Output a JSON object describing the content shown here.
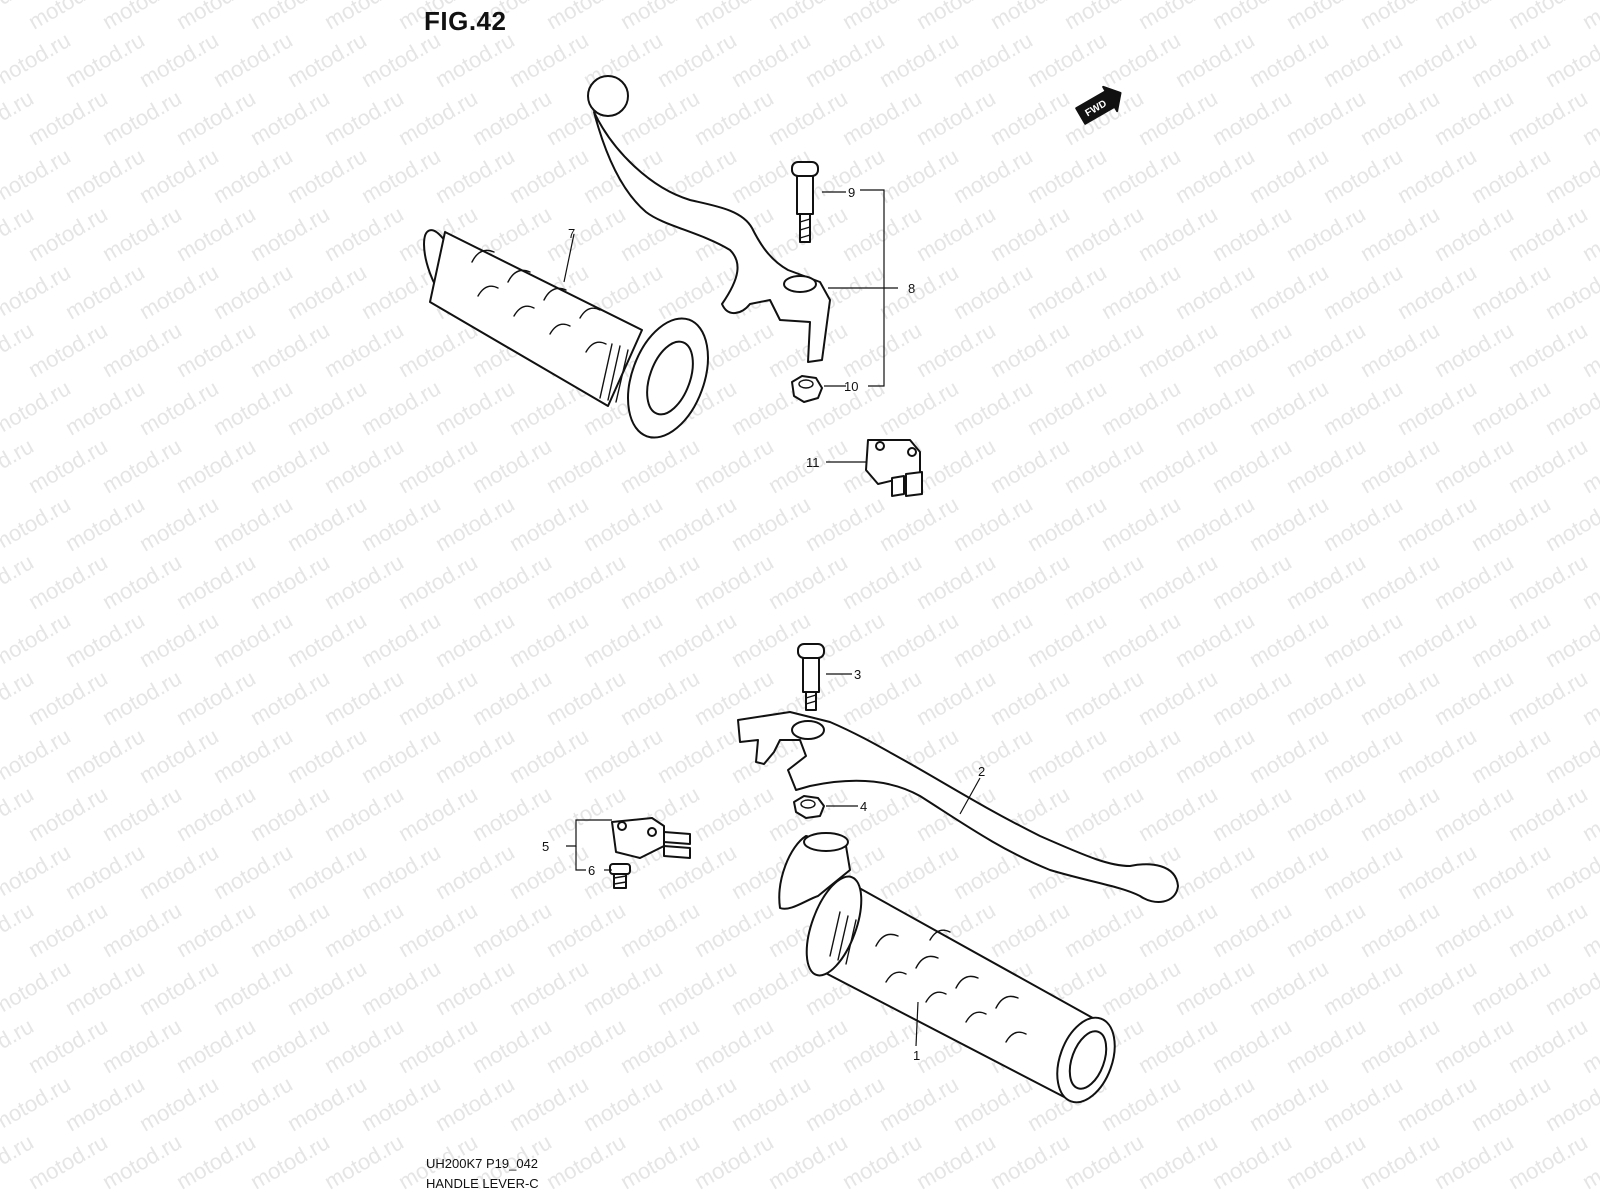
{
  "figure_title": "FIG.42",
  "watermark_text": "motod.ru",
  "direction_badge": "FWD",
  "callouts": {
    "c1": "1",
    "c2": "2",
    "c3": "3",
    "c4": "4",
    "c5": "5",
    "c6": "6",
    "c7": "7",
    "c8": "8",
    "c9": "9",
    "c10": "10",
    "c11": "11"
  },
  "footer": {
    "model_code": "UH200K7 P19_042",
    "section_name": "HANDLE LEVER-C"
  },
  "colors": {
    "ink": "#111111",
    "background": "#ffffff",
    "watermark": "#cfcfcf"
  }
}
